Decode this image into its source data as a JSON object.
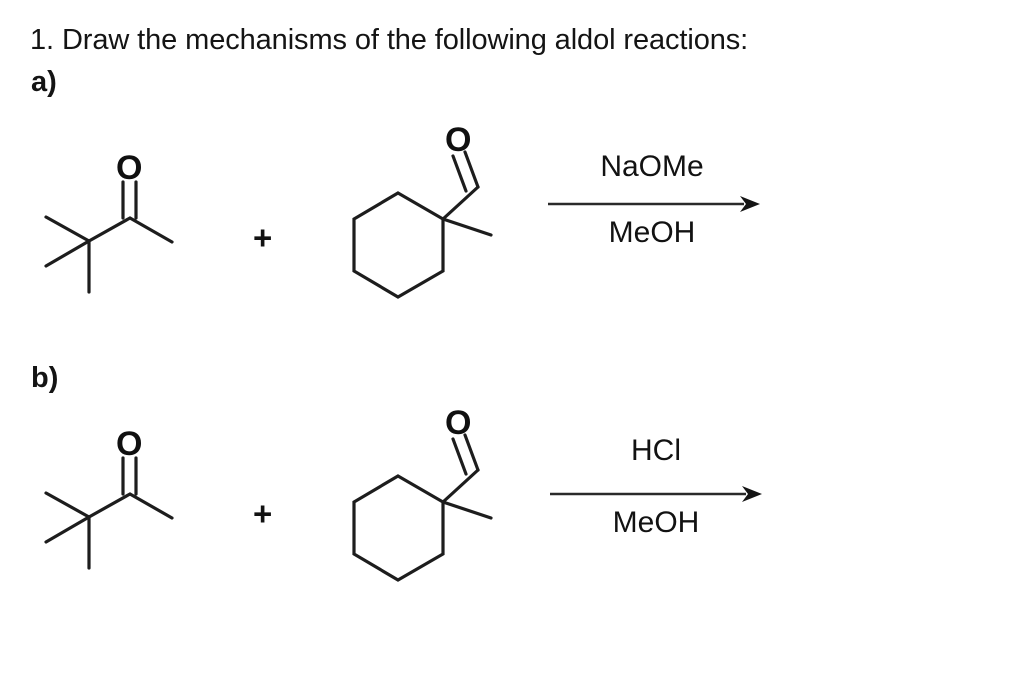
{
  "document": {
    "heading": "1. Draw the mechanisms of the following aldol reactions:",
    "background_color": "#ffffff",
    "ink_color": "#1a1a1a"
  },
  "parts": [
    {
      "label": "a)",
      "reactant_left": {
        "name": "pinacolone",
        "oxygen_label": "O",
        "description": "3,3-dimethylbutan-2-one skeletal structure"
      },
      "plus": "+",
      "reactant_right": {
        "name": "1-methylcyclohexane-1-carbaldehyde",
        "oxygen_label": "O",
        "description": "cyclohexane ring with aldehyde and methyl at C1"
      },
      "arrow": {
        "reagent_above": "NaOMe",
        "reagent_below": "MeOH",
        "direction": "right"
      }
    },
    {
      "label": "b)",
      "reactant_left": {
        "name": "pinacolone",
        "oxygen_label": "O",
        "description": "3,3-dimethylbutan-2-one skeletal structure"
      },
      "plus": "+",
      "reactant_right": {
        "name": "1-methylcyclohexane-1-carbaldehyde",
        "oxygen_label": "O",
        "description": "cyclohexane ring with aldehyde and methyl at C1"
      },
      "arrow": {
        "reagent_above": "HCl",
        "reagent_below": "MeOH",
        "direction": "right"
      }
    }
  ]
}
